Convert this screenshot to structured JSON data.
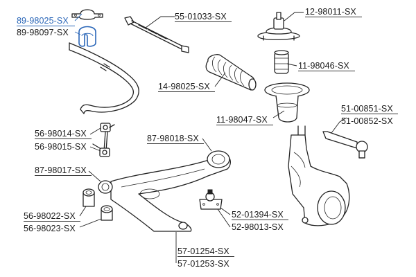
{
  "labels": {
    "bushing": "89-98025-SX",
    "bushing_alt": "89-98097-SX",
    "tie_rod": "55-01033-SX",
    "strut_mount": "12-98011-SX",
    "bump_stop": "11-98046-SX",
    "boot": "14-98025-SX",
    "dust_cover": "11-98047-SX",
    "tie_rod_end_a": "51-00851-SX",
    "tie_rod_end_b": "51-00852-SX",
    "link_a": "56-98014-SX",
    "link_b": "56-98015-SX",
    "arm_bushing_rear": "87-98018-SX",
    "arm_bushing_front": "87-98017-SX",
    "arm_bush_a": "56-98022-SX",
    "arm_bush_b": "56-98023-SX",
    "ball_joint_a": "52-01394-SX",
    "ball_joint_b": "52-98013-SX",
    "control_arm_a": "57-01254-SX",
    "control_arm_b": "57-01253-SX"
  },
  "colors": {
    "highlight": "#2a66b8",
    "ink": "#222222"
  }
}
